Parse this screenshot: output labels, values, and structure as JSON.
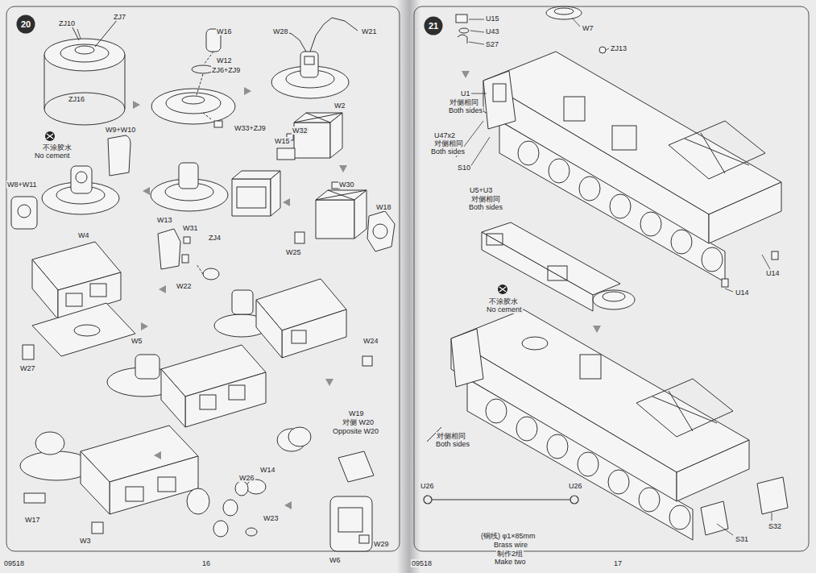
{
  "diagram": {
    "nodes": [
      {
        "text": [
          "20"
        ]
      },
      {
        "text": [
          "21"
        ]
      }
    ],
    "labels": [
      "ZJ10",
      "ZJ7",
      "ZJ16",
      "W16",
      "W12",
      "ZJ6+ZJ9",
      "W33+ZJ9",
      "W28",
      "W21",
      "W2",
      "W32",
      "W15",
      "不涂胶水",
      "No cement",
      "W9+W10",
      "W30",
      "W8+W11",
      "W18",
      "W13",
      "W31",
      "ZJ4",
      "W25",
      "W22",
      "W4",
      "W5",
      "W27",
      "W24",
      "W19",
      "对侧 W20",
      "Opposite W20",
      "W14",
      "W26",
      "W23",
      "W17",
      "W3",
      "W6",
      "W29",
      "09518",
      "16",
      "U15",
      "U43",
      "S27",
      "W7",
      "ZJ13",
      "U1",
      "对侧相同",
      "Both sides",
      "U47x2",
      "对侧相同",
      "Both sides",
      "S10",
      "U5+U3",
      "对侧相同",
      "Both sides",
      "U14",
      "不涂胶水",
      "No cement",
      "U14",
      "对侧相同",
      "Both sides",
      "U26",
      "U26",
      "(铜线) φ1×85mm",
      "Brass wire",
      "制作2组",
      "Make two",
      "S31",
      "S32",
      "09518",
      "17"
    ]
  }
}
